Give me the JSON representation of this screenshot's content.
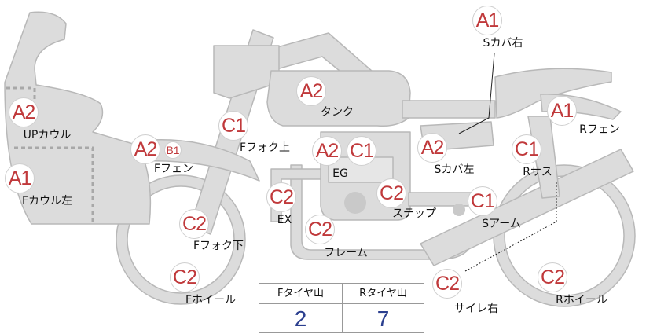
{
  "colors": {
    "part_fill": "#dcdcdc",
    "part_stroke": "#b8b8b8",
    "badge_text": "#c0393b",
    "value_text": "#2b3f8f"
  },
  "parts": {
    "s_cover_right": {
      "grade": "A1",
      "label": "Sカバ右"
    },
    "tank": {
      "grade": "A2",
      "label": "タンク"
    },
    "up_cowl": {
      "grade": "A2",
      "label": "UPカウル"
    },
    "r_fender": {
      "grade": "A1",
      "label": "Rフェン"
    },
    "f_fork_upper": {
      "grade": "C1",
      "label": "Fフォク上"
    },
    "f_fender": {
      "grade": "A2",
      "grade_extra": "B1",
      "label": "Fフェン"
    },
    "engine": {
      "grade": "A2",
      "grade_extra": "C1",
      "label": "EG"
    },
    "s_cover_left": {
      "grade": "A2",
      "label": "Sカバ左"
    },
    "r_suspension": {
      "grade": "C1",
      "label": "Rサス"
    },
    "f_cowl_left": {
      "grade": "A1",
      "label": "Fカウル左"
    },
    "exhaust": {
      "grade": "C2",
      "label": "EX"
    },
    "step": {
      "grade": "C2",
      "label": "ステップ"
    },
    "swing_arm": {
      "grade": "C1",
      "label": "Sアーム"
    },
    "f_fork_lower": {
      "grade": "C2",
      "label": "Fフォク下"
    },
    "frame": {
      "grade": "C2",
      "label": "フレーム"
    },
    "f_wheel": {
      "grade": "C2",
      "label": "Fホイール"
    },
    "silencer_right": {
      "grade": "C2",
      "label": "サイレ右"
    },
    "r_wheel": {
      "grade": "C2",
      "label": "Rホイール"
    }
  },
  "tire_table": {
    "front_header": "Fタイヤ山",
    "front_value": "2",
    "rear_header": "Rタイヤ山",
    "rear_value": "7"
  }
}
